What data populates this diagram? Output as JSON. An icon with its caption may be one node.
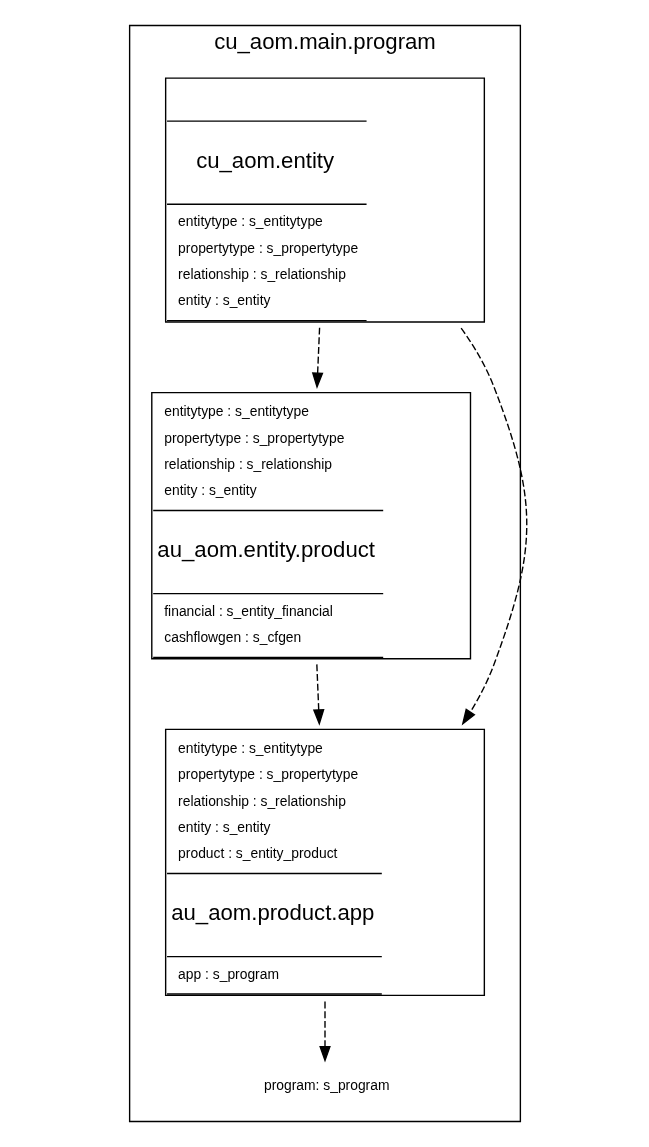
{
  "diagram": {
    "nodes": [
      {
        "text": [
          "cu_aom.main.program"
        ]
      },
      {
        "text": [
          "cu_aom.entity",
          "entitytype : s_entitytype",
          "propertytype : s_propertytype",
          "relationship : s_relationship",
          "entity : s_entity"
        ],
        "in": 0
      },
      {
        "text": [
          "entitytype : s_entitytype",
          "propertytype : s_propertytype",
          "relationship : s_relationship",
          "entity : s_entity",
          "au_aom.entity.product",
          "financial : s_entity_financial",
          "cashflowgen : s_cfgen"
        ],
        "in": 0
      },
      {
        "text": [
          "entitytype : s_entitytype",
          "propertytype : s_propertytype",
          "relationship : s_relationship",
          "entity : s_entity",
          "product : s_entity_product",
          "au_aom.product.app",
          "app : s_program"
        ],
        "in": 0
      },
      {
        "text": [
          "program: s_program"
        ],
        "in": 0
      }
    ],
    "edges": [
      {
        "from": 1,
        "to": 2,
        "arrow": "to",
        "style": "dashed"
      },
      {
        "from": 1,
        "to": 3,
        "arrow": "to",
        "style": "dashed"
      },
      {
        "from": 2,
        "to": 3,
        "arrow": "to",
        "style": "dashed"
      },
      {
        "from": 3,
        "to": 4,
        "arrow": "to",
        "style": "dashed"
      }
    ]
  }
}
